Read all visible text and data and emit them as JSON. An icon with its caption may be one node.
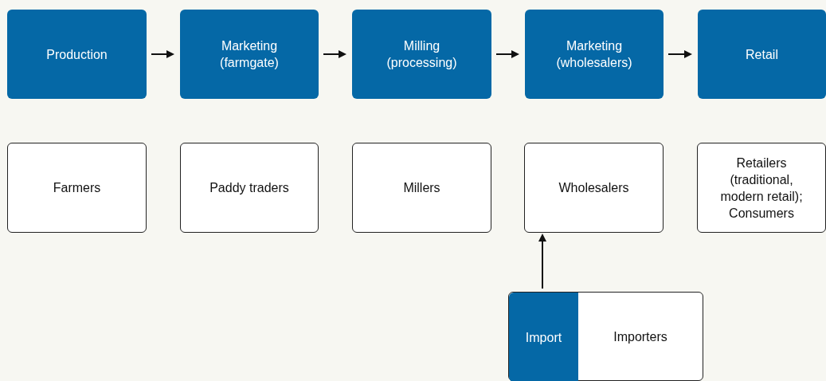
{
  "diagram": {
    "nodes": [
      {
        "text": [
          "Production"
        ]
      },
      {
        "text": [
          "Marketing (farmgate)"
        ]
      },
      {
        "text": [
          "Milling (processing)"
        ]
      },
      {
        "text": [
          "Marketing (wholesalers)"
        ]
      },
      {
        "text": [
          "Retail"
        ]
      },
      {
        "text": [
          "Farmers"
        ]
      },
      {
        "text": [
          "Paddy traders"
        ]
      },
      {
        "text": [
          "Millers"
        ]
      },
      {
        "text": [
          "Wholesalers"
        ]
      },
      {
        "text": [
          "Retailers (traditional, modern retail); Consumers"
        ]
      },
      {
        "text": [
          "Importers"
        ]
      },
      {
        "text": [
          "Import"
        ],
        "in": 10
      }
    ],
    "edges": [
      {
        "from": 0,
        "to": 1,
        "arrow": "to"
      },
      {
        "from": 1,
        "to": 2,
        "arrow": "to"
      },
      {
        "from": 2,
        "to": 3,
        "arrow": "to"
      },
      {
        "from": 3,
        "to": 4,
        "arrow": "to"
      },
      {
        "from": 10,
        "to": 8,
        "arrow": "to"
      }
    ]
  }
}
